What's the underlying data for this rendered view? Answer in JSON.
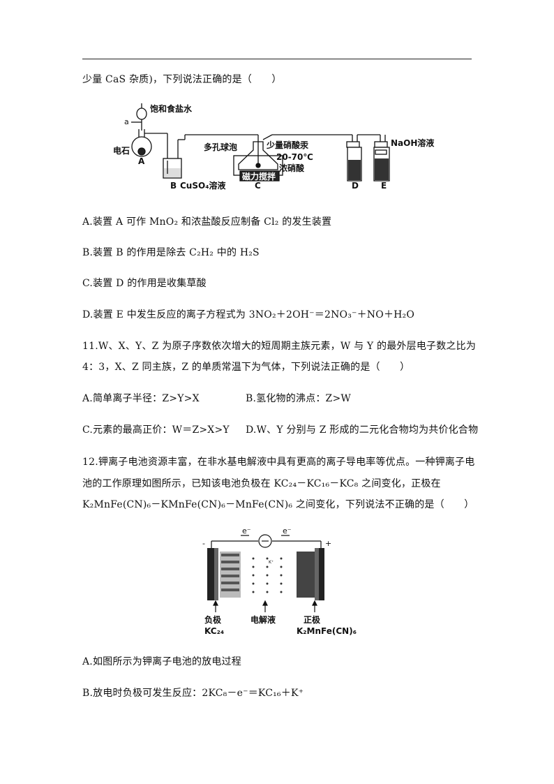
{
  "top_text": "少量 CaS 杂质)，下列说法正确的是（　　）",
  "fig1": {
    "labels": {
      "a": "a",
      "brine": "饱和食盐水",
      "carbide": "电石",
      "A": "A",
      "B": "B",
      "cuso4": "CuSO₄溶液",
      "bubble": "多孔球泡",
      "hg": "少量硝酸汞",
      "temp": "20-70℃",
      "hno3": "浓硝酸",
      "stir": "磁力搅拌",
      "C": "C",
      "D": "D",
      "E": "E",
      "naoh": "NaOH溶液"
    }
  },
  "q10": {
    "A": "A.装置 A 可作 MnO₂ 和浓盐酸反应制备 Cl₂ 的发生装置",
    "B": "B.装置 B 的作用是除去 C₂H₂ 中的 H₂S",
    "C": "C.装置 D 的作用是收集草酸",
    "D": "D.装置 E 中发生反应的离子方程式为 3NO₂＋2OH⁻＝2NO₃⁻＋NO＋H₂O"
  },
  "q11": {
    "stem1": "11.W、X、Y、Z 为原子序数依次增大的短周期主族元素，W 与 Y 的最外层电子数之比为",
    "stem2": "4：3，X、Z 同主族，Z 的单质常温下为气体，下列说法正确的是（　　）",
    "A": "A.简单离子半径：Z>Y>X",
    "B": "B.氢化物的沸点：Z>W",
    "C": "C.元素的最高正价：W＝Z>X>Y",
    "D": "D.W、Y 分别与 Z 形成的二元化合物均为共价化合物"
  },
  "q12": {
    "stem1": "12.钾离子电池资源丰富，在非水基电解液中具有更高的离子导电率等优点。一种钾离子电",
    "stem2": "池的工作原理如图所示，已知该电池负极在 KC₂₄－KC₁₆－KC₈ 之间变化，正极在",
    "stem3": "K₂MnFe(CN)₆－KMnFe(CN)₆－MnFe(CN)₆ 之间变化，下列说法不正确的是（　　）",
    "A": "A.如图所示为钾离子电池的放电过程",
    "B": "B.放电时负极可发生反应：2KC₈－e⁻＝KC₁₆＋K⁺"
  },
  "fig2": {
    "labels": {
      "minus": "-",
      "plus": "+",
      "e_left": "e⁻",
      "e_right": "e⁻",
      "neg": "负极",
      "neg_mat": "KC₂₄",
      "electrolyte": "电解液",
      "pos": "正极",
      "pos_mat": "K₂MnFe(CN)₆",
      "ion": "K⁺"
    }
  }
}
